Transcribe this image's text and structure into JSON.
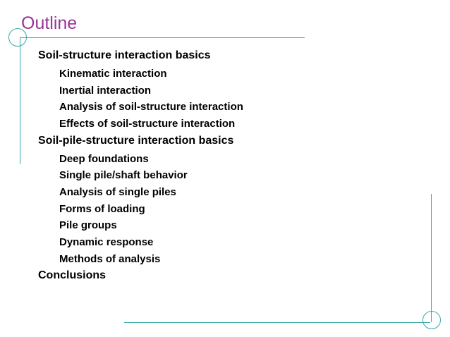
{
  "slide": {
    "title": "Outline",
    "title_color": "#993399",
    "accent_color": "#3aa8a8",
    "text_color": "#000000",
    "background": "#ffffff"
  },
  "outline": [
    {
      "level": 1,
      "text": "Soil-structure interaction basics"
    },
    {
      "level": 2,
      "text": "Kinematic interaction"
    },
    {
      "level": 2,
      "text": "Inertial interaction"
    },
    {
      "level": 2,
      "text": "Analysis of soil-structure interaction"
    },
    {
      "level": 2,
      "text": "Effects of soil-structure interaction"
    },
    {
      "level": 1,
      "text": "Soil-pile-structure interaction basics"
    },
    {
      "level": 2,
      "text": "Deep foundations"
    },
    {
      "level": 2,
      "text": "Single pile/shaft behavior"
    },
    {
      "level": 2,
      "text": "Analysis of single piles"
    },
    {
      "level": 2,
      "text": "Forms of loading"
    },
    {
      "level": 2,
      "text": "Pile groups"
    },
    {
      "level": 2,
      "text": "Dynamic response"
    },
    {
      "level": 2,
      "text": "Methods of analysis"
    },
    {
      "level": 1,
      "text": "Conclusions"
    }
  ]
}
